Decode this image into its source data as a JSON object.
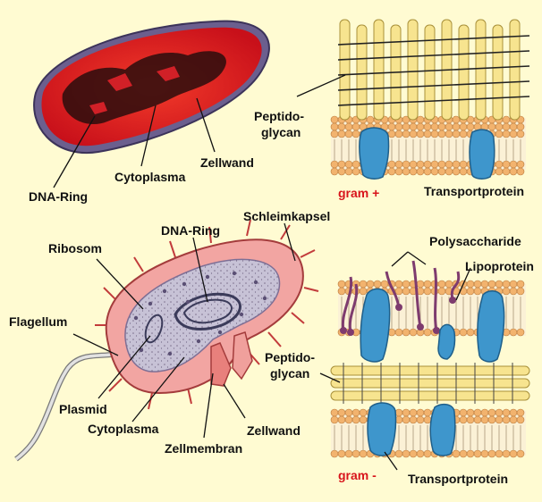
{
  "colors": {
    "background": "#fffbd2",
    "cytoplasm_red": "#e11a22",
    "cell_pink": "#ef8f8c",
    "peptidoglycan_yellow": "#f7e48f",
    "lipid_head_orange": "#f2b36e",
    "transport_protein_blue": "#3e96cc",
    "gram_label_red": "#d8141b"
  },
  "labels": {
    "dna_ring_top": "DNA-Ring",
    "cytoplasma_top": "Cytoplasma",
    "zellwand_top": "Zellwand",
    "peptidoglycan_top_1": "Peptido-",
    "peptidoglycan_top_2": "glycan",
    "gram_pos": "gram +",
    "transportprotein_top": "Transportprotein",
    "ribosom": "Ribosom",
    "dna_ring_bottom": "DNA-Ring",
    "schleimkapsel": "Schleimkapsel",
    "flagellum": "Flagellum",
    "plasmid": "Plasmid",
    "cytoplasma_bottom": "Cytoplasma",
    "zellwand_bottom": "Zellwand",
    "zellmembran": "Zellmembran",
    "polysaccharide": "Polysaccharide",
    "lipoprotein": "Lipoprotein",
    "peptidoglycan_bottom_1": "Peptido-",
    "peptidoglycan_bottom_2": "glycan",
    "gram_neg": "gram -",
    "transportprotein_bottom": "Transportprotein"
  }
}
